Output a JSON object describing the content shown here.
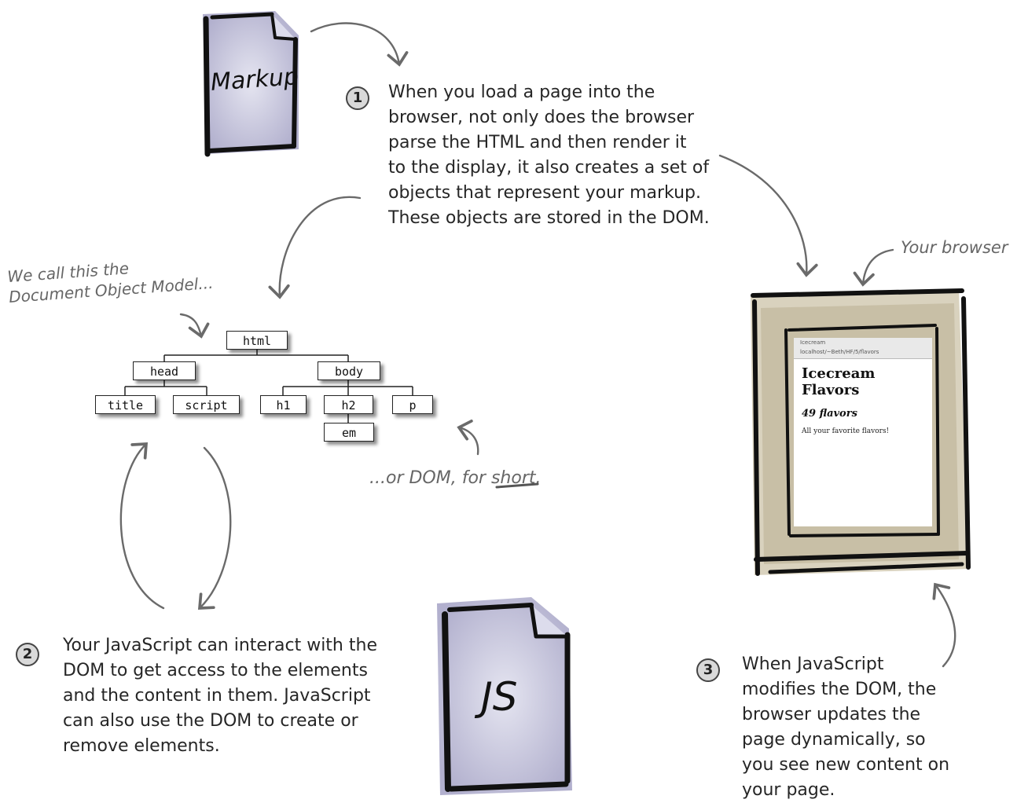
{
  "markup_doc": {
    "label": "Markup"
  },
  "js_doc": {
    "label": "JS"
  },
  "steps": [
    {
      "number": "1",
      "lines": [
        "When you load a page into the",
        "browser, not only does the browser",
        "parse the HTML and then render it",
        "to the display, it also creates a set of",
        "objects that represent your markup.",
        "These objects are stored in the DOM."
      ]
    },
    {
      "number": "2",
      "lines": [
        "Your JavaScript can interact with the",
        "DOM to get access to the elements",
        "and the content in them. JavaScript",
        "can also use the DOM to create or",
        "remove elements."
      ]
    },
    {
      "number": "3",
      "lines": [
        "When JavaScript",
        "modifies the DOM, the",
        "browser updates the",
        "page dynamically, so",
        "you see new content on",
        "your page."
      ]
    }
  ],
  "annotations": {
    "dom_note_line1": "We call this the",
    "dom_note_line2": "Document Object Model...",
    "short_prefix": "...or DOM, for ",
    "short_word": "short",
    "short_suffix": ".",
    "your_browser": "Your browser"
  },
  "tree": {
    "html": "html",
    "head": "head",
    "body": "body",
    "title": "title",
    "script": "script",
    "h1": "h1",
    "h2": "h2",
    "p": "p",
    "em": "em"
  },
  "browser_page": {
    "tab_text": "Icecream",
    "address": "localhost/~Beth/HF/5/flavors",
    "heading": "Icecream Flavors",
    "subheading": "49 flavors",
    "paragraph": "All your favorite flavors!"
  }
}
